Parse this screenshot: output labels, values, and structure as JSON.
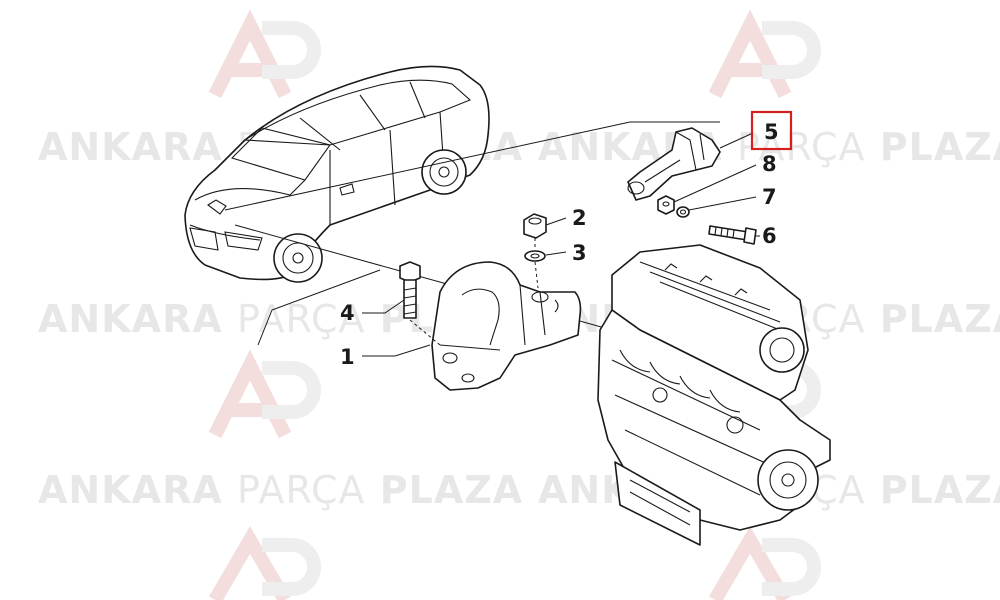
{
  "watermark": {
    "brand_bold": "ANKARA",
    "brand_light": "PARÇA",
    "brand_end": "PLAZA",
    "logo_icon": "ap-logo-icon"
  },
  "callouts": [
    {
      "id": "1",
      "label": "1"
    },
    {
      "id": "2",
      "label": "2"
    },
    {
      "id": "3",
      "label": "3"
    },
    {
      "id": "4",
      "label": "4"
    },
    {
      "id": "5",
      "label": "5",
      "highlighted": true
    },
    {
      "id": "6",
      "label": "6"
    },
    {
      "id": "7",
      "label": "7"
    },
    {
      "id": "8",
      "label": "8"
    }
  ],
  "colors": {
    "highlight": "#d62020",
    "line": "#1a1a1a",
    "watermark": "#d4d4d4"
  }
}
